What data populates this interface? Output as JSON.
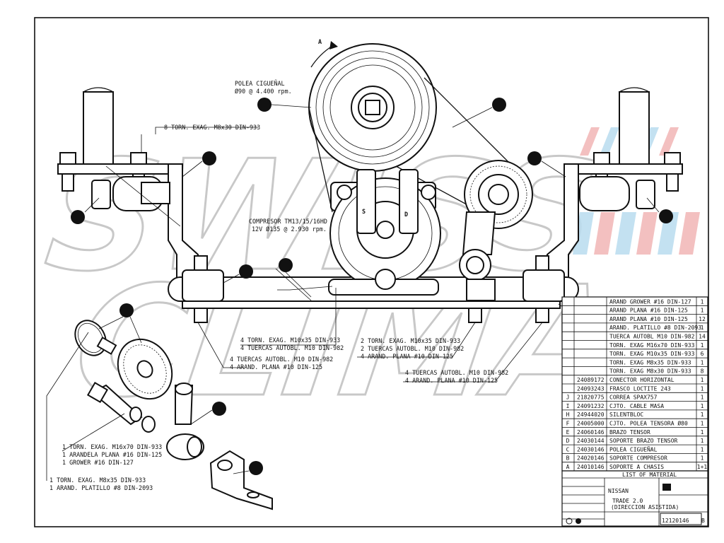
{
  "watermark": {
    "line1": "SWISS",
    "line2": "CLIMA"
  },
  "labels": {
    "pulley_title": "POLEA CIGUEÑAL",
    "pulley_spec": "Ø90 @ 4.400 rpm.",
    "compressor_title": "COMPRESOR TM13/15/16HD",
    "compressor_spec": "12V Ø135 @ 2.930 rpm.",
    "screws_top": "8 TORN. EXAG. M8x30 DIN-933",
    "port_s": "S",
    "port_d": "D",
    "rotation": "A"
  },
  "callouts": {
    "c1": [
      "4 TORN. EXAG. M10x35 DIN-933",
      "4 TUERCAS AUTOBL. M10 DIN-982"
    ],
    "c2": [
      "4 TUERCAS AUTOBL. M10 DIN-982",
      "4 ARAND. PLANA #10 DIN-125"
    ],
    "c3": [
      "2 TORN. EXAG. M10x35 DIN-933",
      "2 TUERCAS AUTOBL. M10 DIN-982",
      "4 ARAND. PLANA #10 DIN-125"
    ],
    "c4": [
      "4 TUERCAS AUTOBL. M10 DIN-982",
      "4 ARAND. PLANA #10 DIN-125"
    ],
    "c5": [
      "1 TORN. EXAG. M16x70 DIN-933",
      "1 ARANDELA PLANA #16 DIN-125",
      "1 GROWER #16 DIN-127"
    ],
    "c6": [
      "1 TORN. EXAG. M8x35 DIN-933",
      "1 ARAND. PLATILLO #8 DIN-2093"
    ]
  },
  "bom_rows": [
    {
      "letter": "",
      "code": "",
      "desc": "ARAND GROWER #16 DIN-127",
      "qty": "1"
    },
    {
      "letter": "",
      "code": "",
      "desc": "ARAND PLANA #16 DIN-125",
      "qty": "1"
    },
    {
      "letter": "",
      "code": "",
      "desc": "ARAND PLANA #10 DIN-125",
      "qty": "12"
    },
    {
      "letter": "",
      "code": "",
      "desc": "ARAND. PLATILLO #8 DIN-2093",
      "qty": "1"
    },
    {
      "letter": "",
      "code": "",
      "desc": "TUERCA AUTOBL M10 DIN-982",
      "qty": "14"
    },
    {
      "letter": "",
      "code": "",
      "desc": "TORN. EXAG M16x70 DIN-933",
      "qty": "1"
    },
    {
      "letter": "",
      "code": "",
      "desc": "TORN. EXAG M10x35 DIN-933",
      "qty": "6"
    },
    {
      "letter": "",
      "code": "",
      "desc": "TORN. EXAG M8x35 DIN-933",
      "qty": "1"
    },
    {
      "letter": "",
      "code": "",
      "desc": "TORN. EXAG M8x30 DIN-933",
      "qty": "8"
    },
    {
      "letter": "",
      "code": "24089172",
      "desc": "CONECTOR HORIZONTAL",
      "qty": "1"
    },
    {
      "letter": "",
      "code": "24093243",
      "desc": "FRASCO LOCTITE 243",
      "qty": "1"
    },
    {
      "letter": "J",
      "code": "21820775",
      "desc": "CORREA SPAX757",
      "qty": "1"
    },
    {
      "letter": "I",
      "code": "24091232",
      "desc": "CJTO. CABLE MASA",
      "qty": "1"
    },
    {
      "letter": "H",
      "code": "24944020",
      "desc": "SILENTBLOC",
      "qty": "1"
    },
    {
      "letter": "F",
      "code": "24005000",
      "desc": "CJTO. POLEA TENSORA Ø80",
      "qty": "1"
    },
    {
      "letter": "E",
      "code": "24060146",
      "desc": "BRAZO TENSOR",
      "qty": "1"
    },
    {
      "letter": "D",
      "code": "24030144",
      "desc": "SOPORTE BRAZO TENSOR",
      "qty": "1"
    },
    {
      "letter": "C",
      "code": "24030146",
      "desc": "POLEA CIGUEÑAL",
      "qty": "1"
    },
    {
      "letter": "B",
      "code": "24020146",
      "desc": "SOPORTE COMPRESOR",
      "qty": "1"
    },
    {
      "letter": "A",
      "code": "24010146",
      "desc": "SOPORTE A CHASIS",
      "qty": "1+1"
    }
  ],
  "title_block": {
    "list_header": "LIST OF MATERIAL",
    "brand": "NISSAN",
    "model": "TRADE 2.0",
    "subtitle": "(DIRECCION ASISTIDA)",
    "drawing_number": "12120146",
    "revision": "B"
  },
  "colors": {
    "ink": "#111111",
    "watermark_stroke": "#c8c8c8",
    "flag_red": "#f2b6b6",
    "flag_blue": "#b9dcef"
  }
}
